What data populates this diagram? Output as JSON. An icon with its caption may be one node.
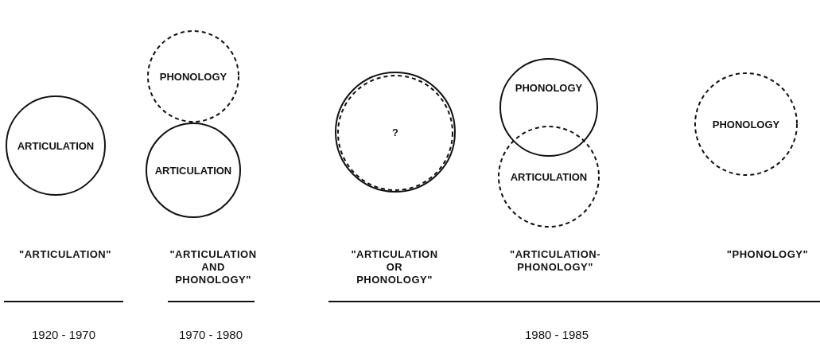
{
  "diagram": {
    "nodes": [
      {
        "text": [
          "ARTICULATION"
        ]
      },
      {
        "text": [
          "PHONOLOGY"
        ]
      },
      {
        "text": [
          "ARTICULATION"
        ]
      },
      {
        "text": [
          "?"
        ]
      },
      {
        "text": [
          "PHONOLOGY"
        ]
      },
      {
        "text": [
          "ARTICULATION"
        ]
      },
      {
        "text": [
          "PHONOLOGY"
        ]
      }
    ],
    "edges": [],
    "labels": [
      "\"ARTICULATION\"",
      "\"ARTICULATION AND PHONOLOGY\"",
      "\"ARTICULATION OR PHONOLOGY\"",
      "\"ARTICULATION- PHONOLOGY\"",
      "\"PHONOLOGY\"",
      "1920 - 1970",
      "1970 - 1980",
      "1980 - 1985"
    ]
  }
}
